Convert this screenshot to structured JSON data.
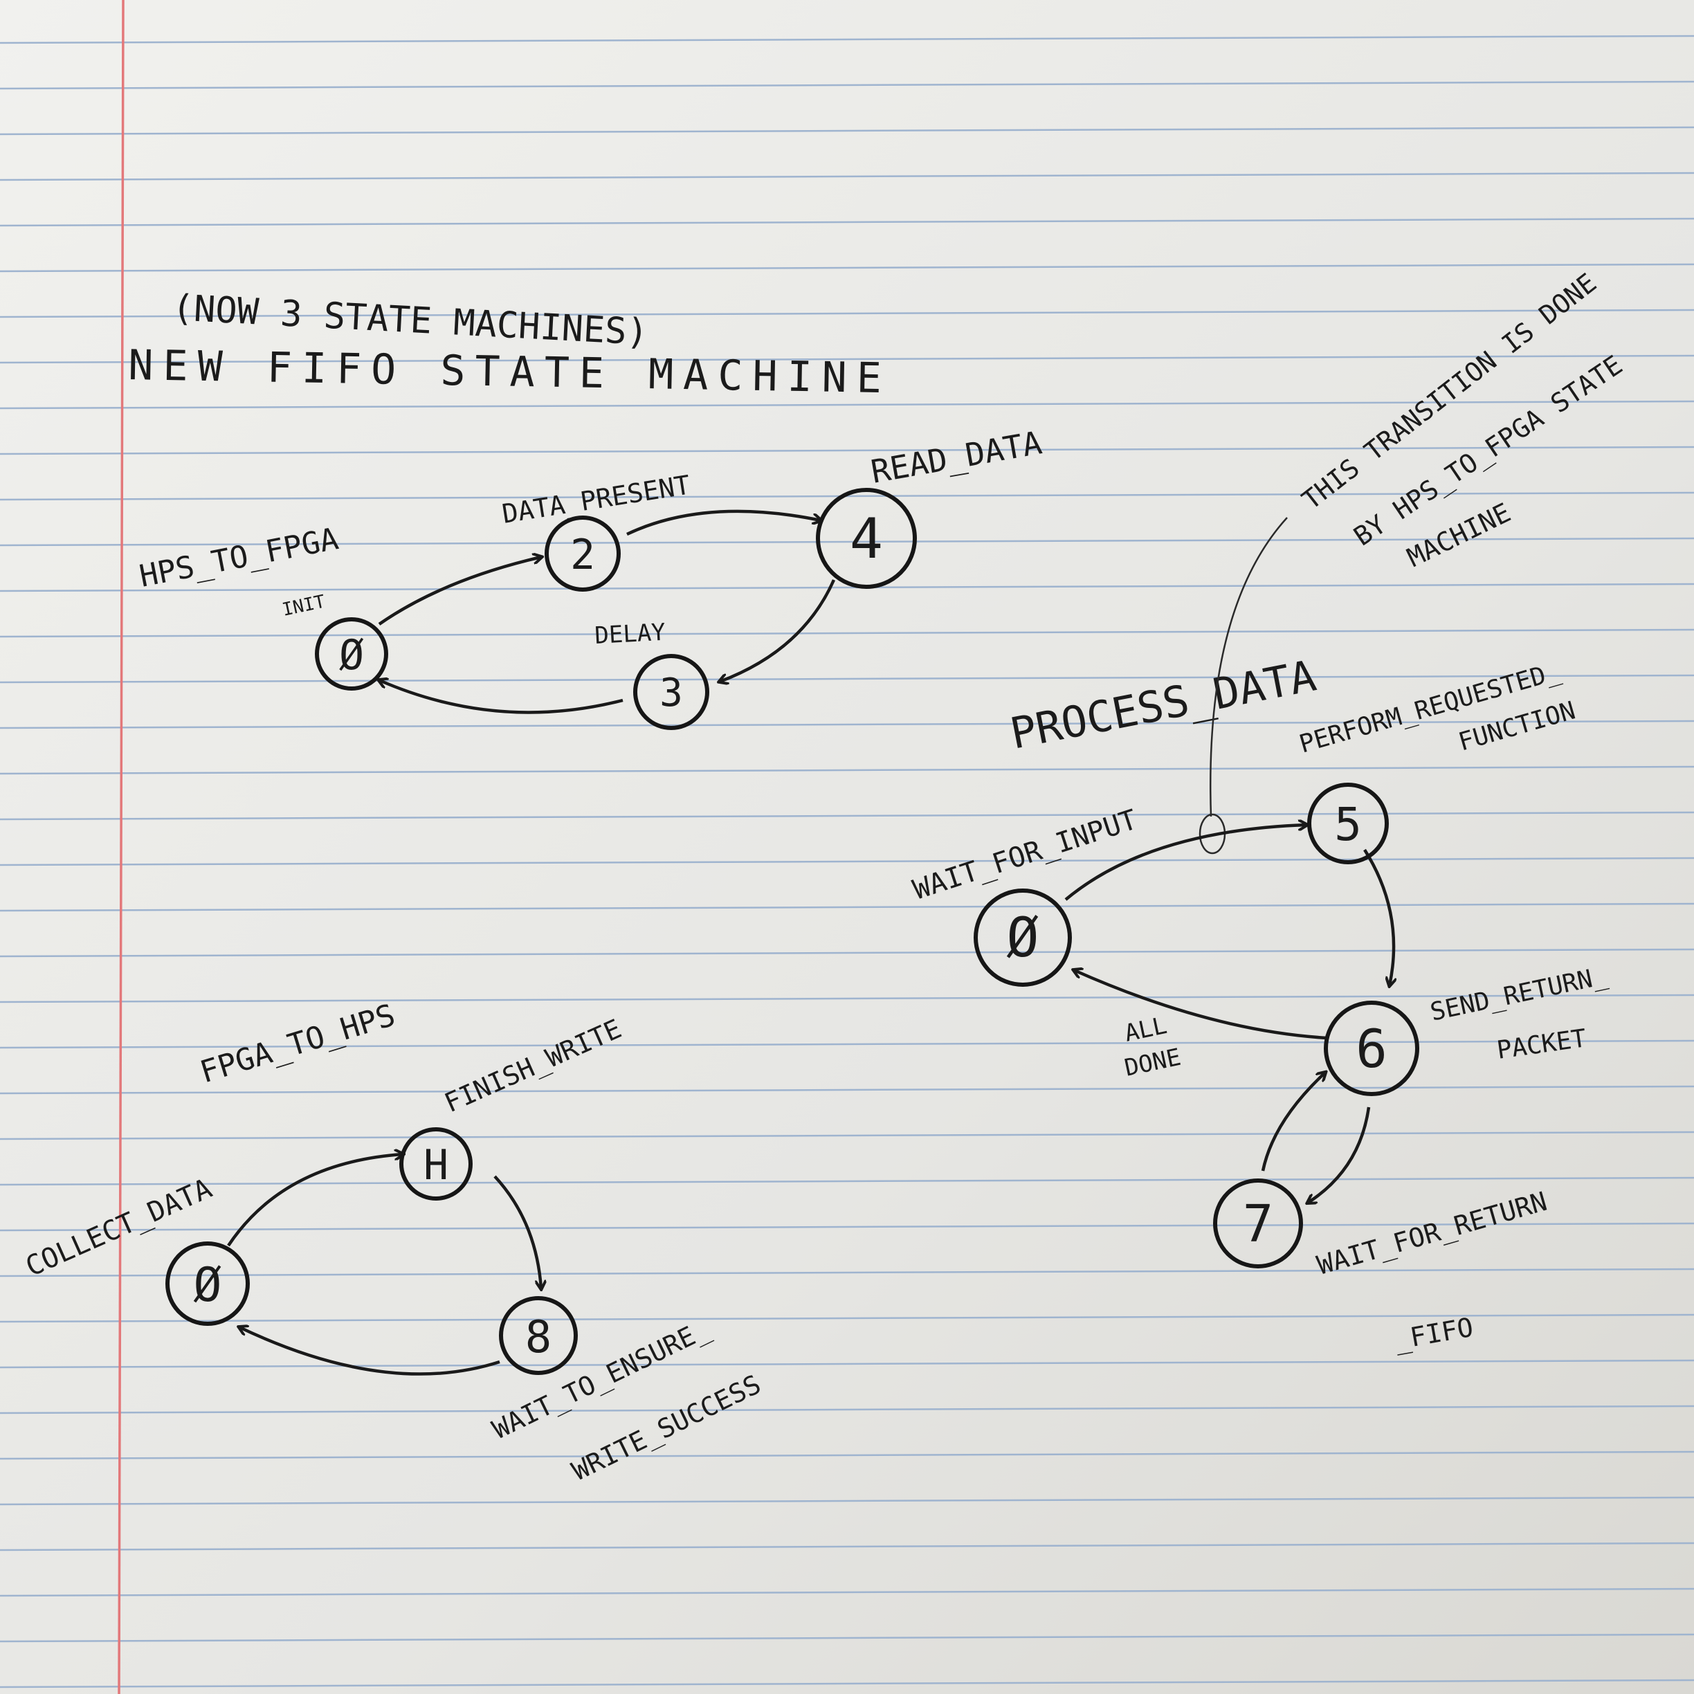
{
  "heading": {
    "note": "(NOW 3 STATE MACHINES)",
    "title": "NEW FIFO STATE MACHINE"
  },
  "machines": [
    {
      "title": "HPS_TO_FPGA",
      "states": [
        {
          "num": "Ø",
          "label": "INIT"
        },
        {
          "num": "2",
          "label": "DATA_PRESENT"
        },
        {
          "num": "4",
          "label": "READ_DATA"
        },
        {
          "num": "3",
          "label": "DELAY"
        }
      ]
    },
    {
      "title": "PROCESS_DATA",
      "states": [
        {
          "num": "Ø",
          "label": "WAIT_FOR_INPUT"
        },
        {
          "num": "5",
          "label_lines": [
            "PERFORM_REQUESTED_",
            "FUNCTION"
          ]
        },
        {
          "num": "6",
          "label_lines": [
            "SEND_RETURN_",
            "PACKET"
          ]
        },
        {
          "num": "7",
          "label_lines": [
            "WAIT_FOR_RETURN",
            "_FIFO"
          ]
        }
      ],
      "transition_label_lines": [
        "ALL",
        "DONE"
      ],
      "annotation_lines": [
        "THIS TRANSITION IS DONE",
        "BY HPS_TO_FPGA STATE",
        "MACHINE"
      ]
    },
    {
      "title": "FPGA_TO_HPS",
      "states": [
        {
          "num": "Ø",
          "label": "COLLECT_DATA"
        },
        {
          "num": "H",
          "label": "FINISH_WRITE"
        },
        {
          "num": "8",
          "label_lines": [
            "WAIT_TO_ENSURE_",
            "WRITE_SUCCESS"
          ]
        }
      ]
    }
  ],
  "colors": {
    "paper": "#e9e9e6",
    "rule_line": "#9fb4cf",
    "margin_line": "#e3787a",
    "ink": "#1b1b1b"
  }
}
